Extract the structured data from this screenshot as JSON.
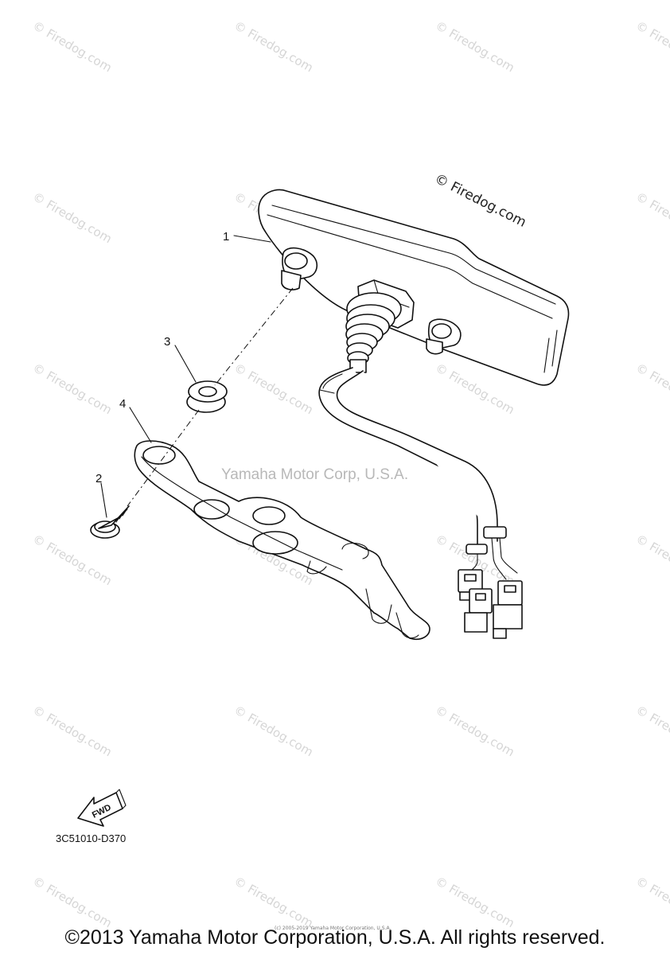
{
  "watermark": {
    "text": "© Firedog.com"
  },
  "diagram": {
    "firedog_label": "© Firedog.com",
    "corp_watermark": "Yamaha Motor Corp, U.S.A.",
    "callouts": [
      {
        "id": "1",
        "label": "1"
      },
      {
        "id": "2",
        "label": "2"
      },
      {
        "id": "3",
        "label": "3"
      },
      {
        "id": "4",
        "label": "4"
      }
    ],
    "fwd_label": "FWD",
    "part_code": "3C51010-D370",
    "small_notice": "(c) 2005-2019 Yamaha Motor Corporation, U.S.A."
  },
  "footer": {
    "copyright": "©2013 Yamaha Motor Corporation, U.S.A. All rights reserved."
  }
}
